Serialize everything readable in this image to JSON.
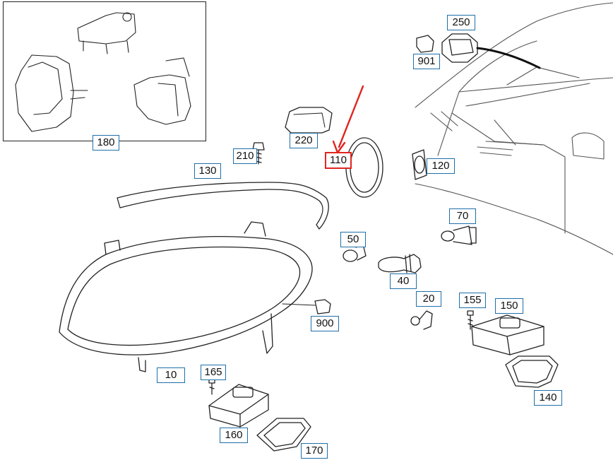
{
  "callouts": {
    "p180": "180",
    "p250": "250",
    "p901": "901",
    "p220": "220",
    "p210": "210",
    "p110": "110",
    "p120": "120",
    "p130": "130",
    "p70": "70",
    "p50": "50",
    "p40": "40",
    "p20": "20",
    "p155": "155",
    "p150": "150",
    "p900": "900",
    "p10": "10",
    "p165": "165",
    "p160": "160",
    "p140": "140",
    "p170": "170"
  },
  "selected_part": "110",
  "colors": {
    "callout_border": "#1e6fa8",
    "selected_border": "#e0251f",
    "line_art": "#222222",
    "arrow": "#e0251f"
  }
}
